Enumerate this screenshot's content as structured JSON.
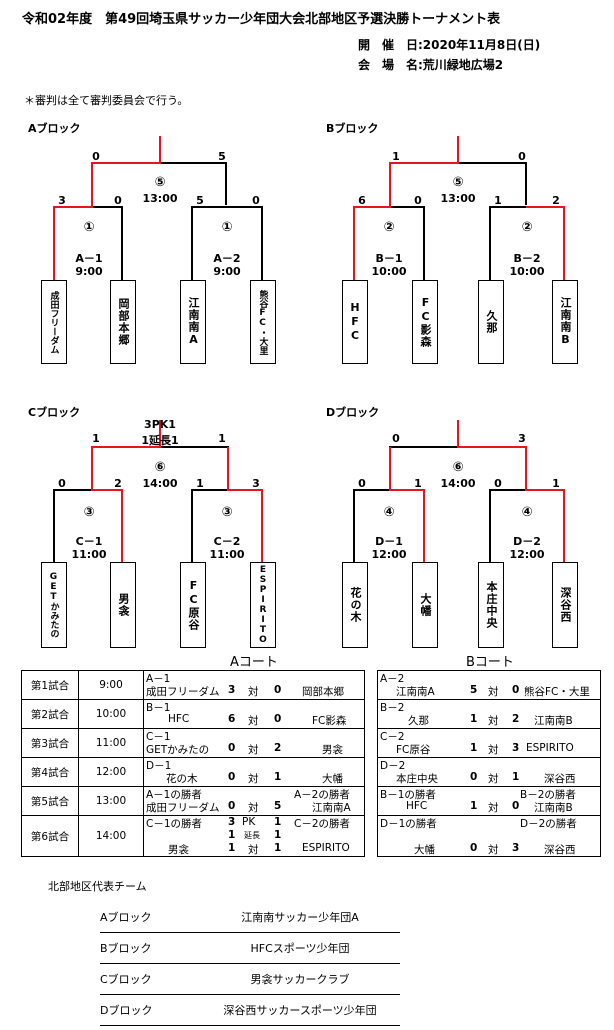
{
  "title": "令和02年度　第49回埼玉県サッカー少年団大会北部地区予選決勝トーナメント表",
  "date_line": "開　催　日:2020年11月8日(日)",
  "venue_line": "会　場　名:荒川緑地広場2",
  "note": "＊審判は全て審判委員会で行う。",
  "blocks": {
    "A": {
      "label": "Aブロック",
      "final": "⑤",
      "final_time": "13:00",
      "top_l": "0",
      "top_r": "5",
      "left": {
        "circle": "①",
        "match": "A－1",
        "time": "9:00",
        "s1": "3",
        "s2": "0"
      },
      "right": {
        "circle": "①",
        "match": "A－2",
        "time": "9:00",
        "s1": "5",
        "s2": "0"
      },
      "teams": [
        "成田フリーダム",
        "岡部本郷",
        "江南南A",
        "熊谷FC・大里"
      ]
    },
    "B": {
      "label": "Bブロック",
      "final": "⑤",
      "final_time": "13:00",
      "top_l": "1",
      "top_r": "0",
      "left": {
        "circle": "②",
        "match": "B－1",
        "time": "10:00",
        "s1": "6",
        "s2": "0"
      },
      "right": {
        "circle": "②",
        "match": "B－2",
        "time": "10:00",
        "s1": "1",
        "s2": "2"
      },
      "teams": [
        "HFC",
        "FC影森",
        "久那",
        "江南南B"
      ]
    },
    "C": {
      "label": "Cブロック",
      "final": "⑥",
      "final_time": "14:00",
      "top_l": "1",
      "top_r": "1",
      "pk": "3PK1",
      "ext": "1延長1",
      "left": {
        "circle": "③",
        "match": "C－1",
        "time": "11:00",
        "s1": "0",
        "s2": "2"
      },
      "right": {
        "circle": "③",
        "match": "C－2",
        "time": "11:00",
        "s1": "1",
        "s2": "3"
      },
      "teams": [
        "GETかみたの",
        "男衾",
        "FC原谷",
        "ESPIRITO"
      ]
    },
    "D": {
      "label": "Dブロック",
      "final": "⑥",
      "final_time": "14:00",
      "top_l": "0",
      "top_r": "3",
      "left": {
        "circle": "④",
        "match": "D－1",
        "time": "12:00",
        "s1": "0",
        "s2": "1"
      },
      "right": {
        "circle": "④",
        "match": "D－2",
        "time": "12:00",
        "s1": "0",
        "s2": "1"
      },
      "teams": [
        "花の木",
        "大幡",
        "本庄中央",
        "深谷西"
      ]
    }
  },
  "court_a": "Aコート",
  "court_b": "Bコート",
  "vs": "対",
  "games": [
    {
      "label": "第1試合",
      "time": "9:00",
      "a": {
        "id": "A－1",
        "t1": "成田フリーダム",
        "s1": "3",
        "s2": "0",
        "t2": "岡部本郷"
      },
      "b": {
        "id": "A－2",
        "t1": "江南南A",
        "s1": "5",
        "s2": "0",
        "t2": "熊谷FC・大里"
      }
    },
    {
      "label": "第2試合",
      "time": "10:00",
      "a": {
        "id": "B－1",
        "t1": "HFC",
        "s1": "6",
        "s2": "0",
        "t2": "FC影森"
      },
      "b": {
        "id": "B－2",
        "t1": "久那",
        "s1": "1",
        "s2": "2",
        "t2": "江南南B"
      }
    },
    {
      "label": "第3試合",
      "time": "11:00",
      "a": {
        "id": "C－1",
        "t1": "GETかみたの",
        "s1": "0",
        "s2": "2",
        "t2": "男衾"
      },
      "b": {
        "id": "C－2",
        "t1": "FC原谷",
        "s1": "1",
        "s2": "3",
        "t2": "ESPIRITO"
      }
    },
    {
      "label": "第4試合",
      "time": "12:00",
      "a": {
        "id": "D－1",
        "t1": "花の木",
        "s1": "0",
        "s2": "1",
        "t2": "大幡"
      },
      "b": {
        "id": "D－2",
        "t1": "本庄中央",
        "s1": "0",
        "s2": "1",
        "t2": "深谷西"
      }
    },
    {
      "label": "第5試合",
      "time": "13:00",
      "a": {
        "w1": "A－1の勝者",
        "w2": "A－2の勝者",
        "t1": "成田フリーダム",
        "s1": "0",
        "s2": "5",
        "t2": "江南南A"
      },
      "b": {
        "w1": "B－1の勝者",
        "w2": "B－2の勝者",
        "t1": "HFC",
        "s1": "1",
        "s2": "0",
        "t2": "江南南B"
      }
    },
    {
      "label": "第6試合",
      "time": "14:00",
      "a": {
        "w1": "C－1の勝者",
        "w2": "C－2の勝者",
        "pk1": "3",
        "pk": "PK",
        "pk2": "1",
        "e1": "1",
        "ext": "延長",
        "e2": "1",
        "t1": "男衾",
        "s1": "1",
        "s2": "1",
        "t2": "ESPIRITO"
      },
      "b": {
        "w1": "D－1の勝者",
        "w2": "D－2の勝者",
        "t1": "大幡",
        "s1": "0",
        "s2": "3",
        "t2": "深谷西"
      }
    }
  ],
  "rep_title": "北部地区代表チーム",
  "reps": [
    {
      "block": "Aブロック",
      "team": "江南南サッカー少年団A"
    },
    {
      "block": "Bブロック",
      "team": "HFCスポーツ少年団"
    },
    {
      "block": "Cブロック",
      "team": "男衾サッカークラブ"
    },
    {
      "block": "Dブロック",
      "team": "深谷西サッカースポーツ少年団"
    }
  ],
  "colors": {
    "winner_line": "#e8141e",
    "line": "#000000"
  }
}
